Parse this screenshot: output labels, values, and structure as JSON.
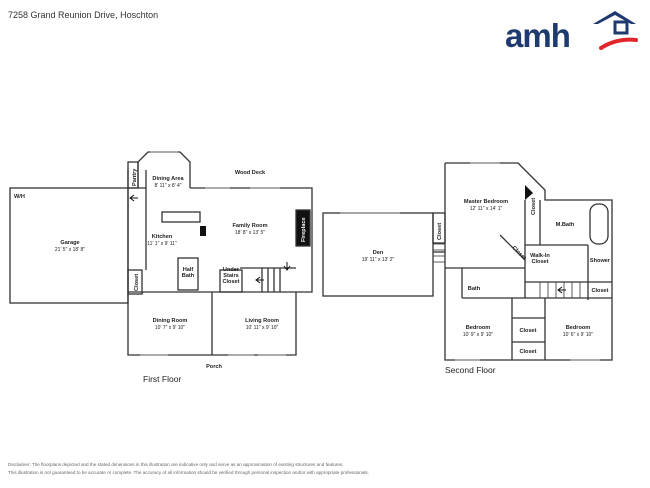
{
  "header": {
    "address": "7258 Grand Reunion Drive, Hoschton",
    "logo_text": "amh",
    "brand_colors": {
      "navy": "#1e3a6e",
      "red": "#e0262c"
    }
  },
  "first_floor": {
    "title": "First Floor",
    "rooms": {
      "wh": "W/H",
      "garage": {
        "name": "Garage",
        "dims": "21' 5\" x 18' 8\""
      },
      "pantry": "Pantry",
      "dining_area": {
        "name": "Dining Area",
        "dims": "8' 11\" x 8' 4\""
      },
      "wood_deck": "Wood Deck",
      "kitchen": {
        "name": "Kitchen",
        "dims": "11' 1\" x 9' 11\""
      },
      "family_room": {
        "name": "Family Room",
        "dims": "18' 8\" x 13' 5\""
      },
      "fireplace": "Fireplace",
      "half_bath": "Half\nBath",
      "under_stairs_closet": "Under\nStairs\nCloset",
      "closet": "Closet",
      "dining_room": {
        "name": "Dining Room",
        "dims": "10' 7\" x 9' 10\""
      },
      "living_room": {
        "name": "Living Room",
        "dims": "10' 11\" x 9' 10\""
      },
      "porch": "Porch"
    }
  },
  "second_floor": {
    "title": "Second Floor",
    "rooms": {
      "den": {
        "name": "Den",
        "dims": "19' 11\" x 13' 2\""
      },
      "closet_den": "Closet",
      "master_bedroom": {
        "name": "Master Bedroom",
        "dims": "12' 11\" x 14' 1\""
      },
      "closet_mb": "Closet",
      "closet_angled": "Closet",
      "mbath": "M.Bath",
      "walk_in_closet": "Walk-In\nCloset",
      "shower": "Shower",
      "bath": "Bath",
      "closet_right": "Closet",
      "bedroom_left": {
        "name": "Bedroom",
        "dims": "10' 9\" x 9' 10\""
      },
      "closet_mid": "Closet",
      "closet_bottom": "Closet",
      "bedroom_right": {
        "name": "Bedroom",
        "dims": "10' 6\" x 9' 10\""
      }
    }
  },
  "disclaimer": [
    "Disclaimer: The floorplans depicted and the stated dimensions in this illustration are indicative only and serve as an approximation of existing structures and features.",
    "This illustration is not guaranteed to be accurate or complete. The accuracy of all information should be verified through personal inspection and/or with appropriate professionals."
  ]
}
